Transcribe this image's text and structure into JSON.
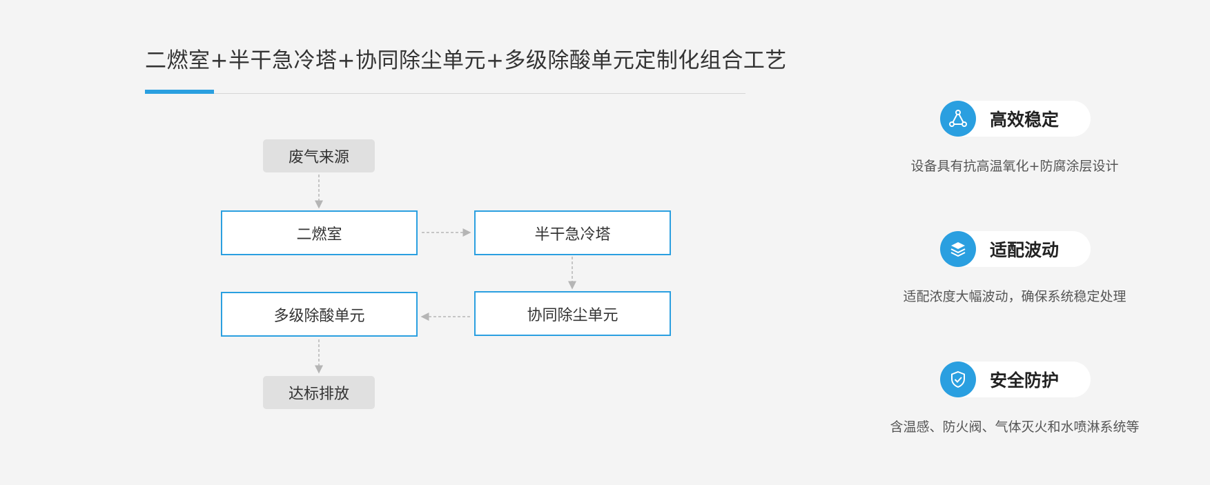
{
  "title": "二燃室+半干急冷塔+协同除尘单元+多级除酸单元定制化组合工艺",
  "flow": {
    "source": "废气来源",
    "combustion": "二燃室",
    "quench": "半干急冷塔",
    "dust": "协同除尘单元",
    "acid": "多级除酸单元",
    "discharge": "达标排放"
  },
  "features": [
    {
      "icon": "triangle-network-icon",
      "title": "高效稳定",
      "desc": "设备具有抗高温氧化+防腐涂层设计"
    },
    {
      "icon": "layers-icon",
      "title": "适配波动",
      "desc": "适配浓度大幅波动，确保系统稳定处理"
    },
    {
      "icon": "shield-check-icon",
      "title": "安全防护",
      "desc": "含温感、防火阀、气体灭火和水喷淋系统等"
    }
  ],
  "colors": {
    "accent": "#2a9fe0",
    "background": "#f4f4f4",
    "gray_box": "#e0e0e0"
  }
}
